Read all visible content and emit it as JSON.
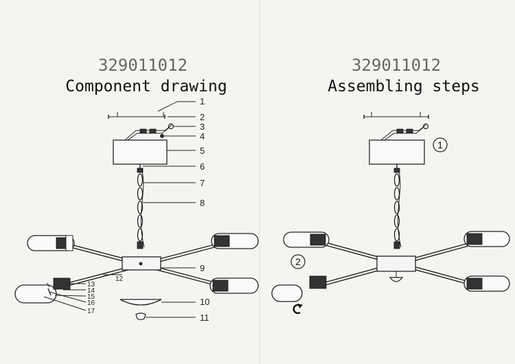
{
  "left_panel": {
    "model_number": "329011012",
    "heading": "Component drawing",
    "callouts": [
      "1",
      "2",
      "3",
      "4",
      "5",
      "6",
      "7",
      "8",
      "9",
      "10",
      "11",
      "12",
      "13",
      "14",
      "15",
      "16",
      "17"
    ]
  },
  "right_panel": {
    "model_number": "329011012",
    "heading": "Assembling steps",
    "steps": [
      "1",
      "2"
    ],
    "rotate_icon": "rotate-arrow-icon"
  },
  "colors": {
    "paper": "#f4f4f1",
    "ink": "#222222",
    "faded_ink": "#666666"
  }
}
